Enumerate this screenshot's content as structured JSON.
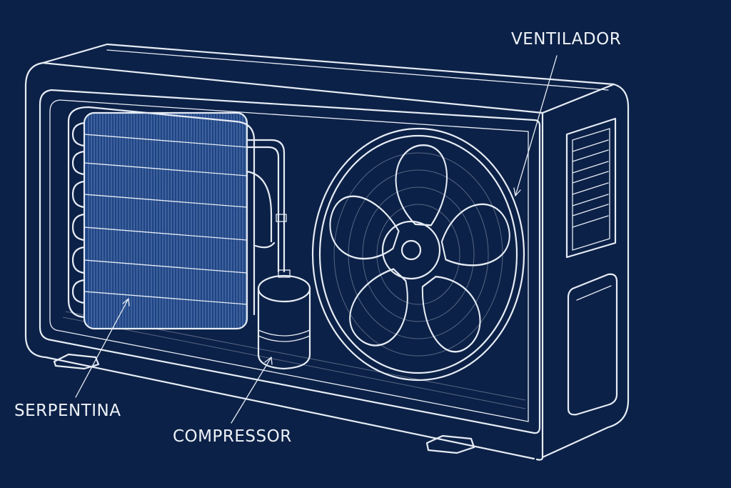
{
  "colors": {
    "background": "#0c2147",
    "line": "#e6ecf5",
    "coil_fill": "#1d4486"
  },
  "labels": {
    "fan": "VENTILADOR",
    "coil": "SERPENTINA",
    "compressor": "COMPRESSOR"
  }
}
